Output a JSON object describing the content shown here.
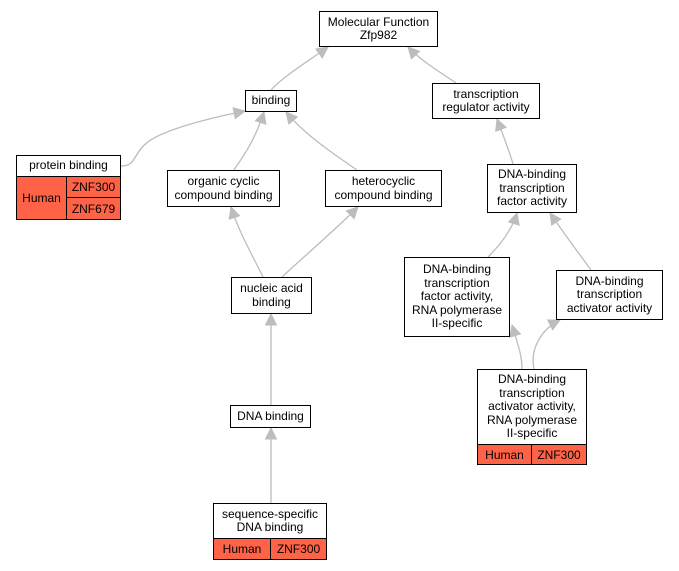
{
  "graph": {
    "nodes": {
      "mf": {
        "label": "Molecular Function\nZfp982"
      },
      "bind": {
        "label": "binding"
      },
      "tra": {
        "label": "transcription\nregulator activity"
      },
      "prot": {
        "label": "protein binding",
        "species": "Human",
        "genes": [
          "ZNF300",
          "ZNF679"
        ]
      },
      "ocb": {
        "label": "organic cyclic\ncompound binding"
      },
      "hcb": {
        "label": "heterocyclic\ncompound binding"
      },
      "dtf": {
        "label": "DNA-binding\ntranscription\nfactor activity"
      },
      "nab": {
        "label": "nucleic acid\nbinding"
      },
      "dtf2": {
        "label": "DNA-binding\ntranscription\nfactor activity,\nRNA polymerase\nII-specific"
      },
      "dtaa": {
        "label": "DNA-binding\ntranscription\nactivator activity"
      },
      "dtaa2": {
        "label": "DNA-binding\ntranscription\nactivator activity,\nRNA polymerase\nII-specific",
        "species": "Human",
        "genes": [
          "ZNF300"
        ]
      },
      "dnab": {
        "label": "DNA binding"
      },
      "ssdb": {
        "label": "sequence-specific\nDNA binding",
        "species": "Human",
        "genes": [
          "ZNF300"
        ]
      }
    },
    "edges": [
      [
        "bind",
        "mf"
      ],
      [
        "tra",
        "mf"
      ],
      [
        "prot",
        "bind"
      ],
      [
        "ocb",
        "bind"
      ],
      [
        "hcb",
        "bind"
      ],
      [
        "dtf",
        "tra"
      ],
      [
        "nab",
        "ocb"
      ],
      [
        "nab",
        "hcb"
      ],
      [
        "dtf2",
        "dtf"
      ],
      [
        "dtaa",
        "dtf"
      ],
      [
        "dtaa2",
        "dtf2"
      ],
      [
        "dtaa2",
        "dtaa"
      ],
      [
        "dnab",
        "nab"
      ],
      [
        "ssdb",
        "dnab"
      ]
    ],
    "colors": {
      "node_border": "#000000",
      "edge": "#bdbdbd",
      "annotation": "#ff6347",
      "background": "#ffffff"
    }
  }
}
